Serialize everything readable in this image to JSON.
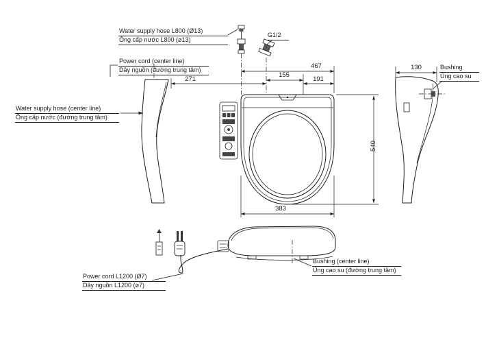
{
  "diagram": {
    "description": "Washlet bidet seat installation dimension drawing (top view, two side profiles, front view with power cord)",
    "line_color": "#1c1c1c",
    "background": "#ffffff"
  },
  "labels": {
    "water_hose_l800": {
      "en": "Water supply hose L800 (Ø13)",
      "vi": "Ống cấp nước L800 (ø13)"
    },
    "g_thread": {
      "text": "G1/2"
    },
    "power_cord_center": {
      "en": "Power cord (center line)",
      "vi": "Dây nguồn (đường trung tâm)"
    },
    "water_hose_center": {
      "en": "Water supply hose (center line)",
      "vi": "Ống cấp nước (đường trung tâm)"
    },
    "bushing": {
      "en": "Bushing",
      "vi": "Ủng cao su"
    },
    "bushing_center": {
      "en": "Bushing (center line)",
      "vi": "Ủng cao su (đường trung tâm)"
    },
    "power_cord_l1200": {
      "en": "Power cord L1200 (Ø7)",
      "vi": "Dây nguồn L1200 (ø7)"
    }
  },
  "dimensions": {
    "total_width": "467",
    "hose_to_cord": "155",
    "left_offset": "271",
    "right_offset": "191",
    "total_depth": "540",
    "seat_width": "383",
    "side_width": "130"
  }
}
